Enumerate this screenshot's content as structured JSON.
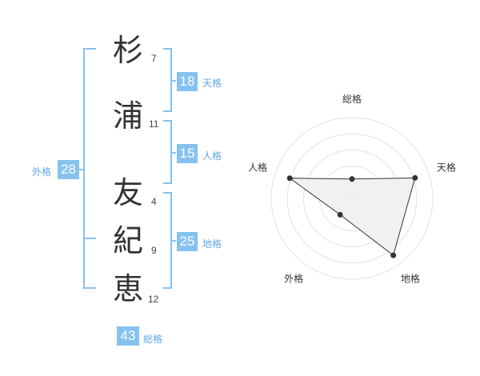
{
  "name": {
    "chars": [
      {
        "char": "杉",
        "strokes": "7"
      },
      {
        "char": "浦",
        "strokes": "11"
      },
      {
        "char": "友",
        "strokes": "4"
      },
      {
        "char": "紀",
        "strokes": "9"
      },
      {
        "char": "恵",
        "strokes": "12"
      }
    ]
  },
  "fortunes": {
    "tenkaku": {
      "value": "18",
      "label": "天格"
    },
    "jinkaku": {
      "value": "15",
      "label": "人格"
    },
    "chikaku": {
      "value": "25",
      "label": "地格"
    },
    "gaikaku": {
      "value": "28",
      "label": "外格"
    },
    "soukaku": {
      "value": "43",
      "label": "総格"
    }
  },
  "colors": {
    "accent": "#85c2ef",
    "bracket": "#85c2ef",
    "label": "#5fa8e6"
  },
  "chart_data": {
    "type": "radar",
    "axes": [
      "総格",
      "天格",
      "地格",
      "外格",
      "人格"
    ],
    "levels": 5,
    "values": [
      0.24,
      0.82,
      0.87,
      0.25,
      0.81
    ]
  }
}
